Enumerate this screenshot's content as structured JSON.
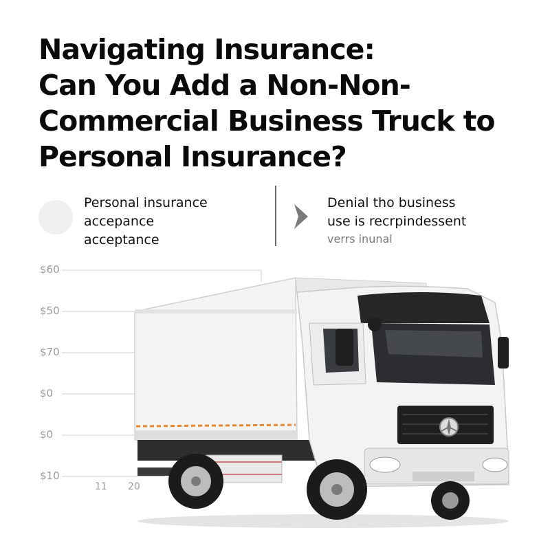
{
  "title": {
    "line1": "Navigating Insurance:",
    "line2": "Can You Add a Non-Non-",
    "line3": "Commercial Business Truck to",
    "line4": "Personal Insurance?"
  },
  "left_block": {
    "line1": "Personal insurance",
    "line2": "accepance",
    "line3": "acceptance"
  },
  "right_block": {
    "line1": "Denial tho business",
    "line2": "use is recrpindessent",
    "sub": "verrs inunal"
  },
  "axis": {
    "y_labels": [
      "$60",
      "$50",
      "$70",
      "$0",
      "$0",
      "$10"
    ],
    "x_labels": [
      "11",
      "20"
    ]
  },
  "icons": {
    "bullet": "circle-icon",
    "arrow": "chevron-right-icon",
    "vehicle": "box-truck-illustration",
    "brand": "mercedes-star-logo"
  },
  "colors": {
    "grid": "#dcdcdc",
    "accent_stripe": "#e8842a",
    "cab": "#f2f2f2",
    "dark": "#222222"
  }
}
